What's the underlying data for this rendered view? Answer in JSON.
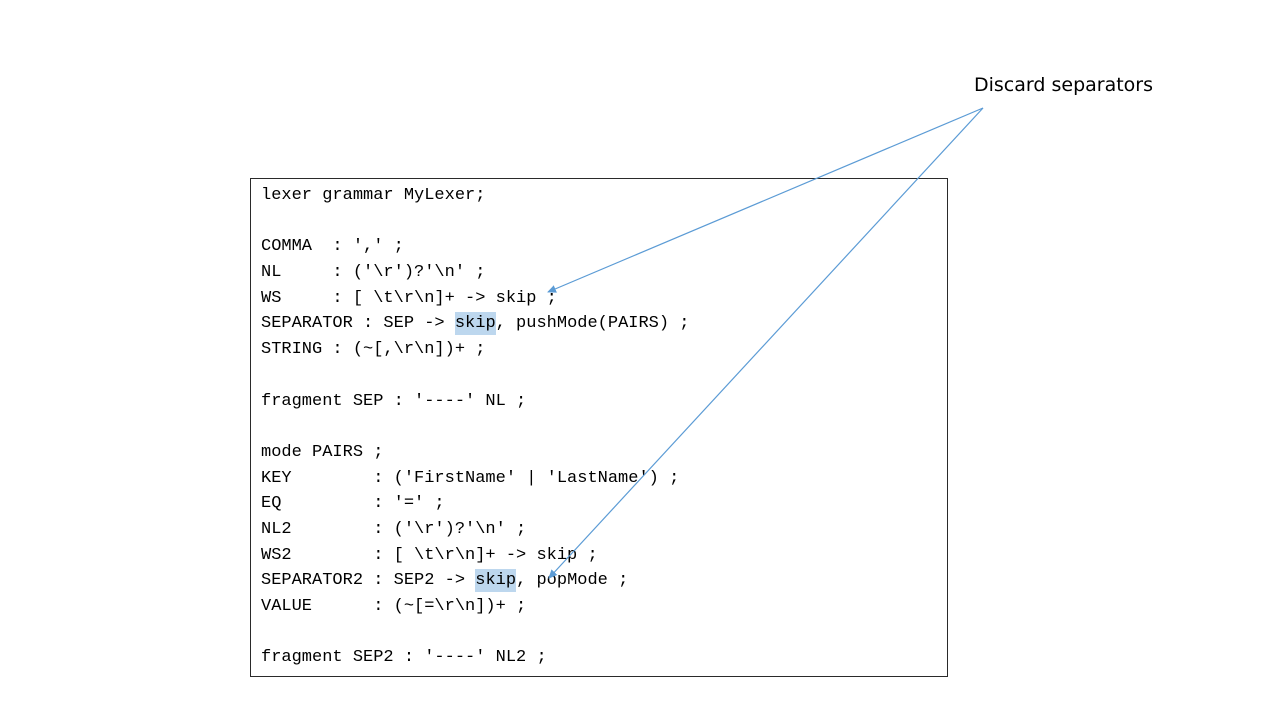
{
  "annotation": {
    "text": "Discard separators"
  },
  "code_lines": [
    [
      {
        "t": "lexer grammar MyLexer;"
      }
    ],
    [
      {
        "t": ""
      }
    ],
    [
      {
        "t": "COMMA  : ',' ;"
      }
    ],
    [
      {
        "t": "NL     : ('\\r')?'\\n' ;"
      }
    ],
    [
      {
        "t": "WS     : [ \\t\\r\\n]+ -> skip ;"
      }
    ],
    [
      {
        "t": "SEPARATOR : SEP -> "
      },
      {
        "t": "skip",
        "hl": true
      },
      {
        "t": ", pushMode(PAIRS) ;"
      }
    ],
    [
      {
        "t": "STRING : (~[,\\r\\n])+ ;"
      }
    ],
    [
      {
        "t": ""
      }
    ],
    [
      {
        "t": "fragment SEP : '----' NL ;"
      }
    ],
    [
      {
        "t": ""
      }
    ],
    [
      {
        "t": "mode PAIRS ;"
      }
    ],
    [
      {
        "t": "KEY        : ('FirstName' | 'LastName') ;"
      }
    ],
    [
      {
        "t": "EQ         : '=' ;"
      }
    ],
    [
      {
        "t": "NL2        : ('\\r')?'\\n' ;"
      }
    ],
    [
      {
        "t": "WS2        : [ \\t\\r\\n]+ -> skip ;"
      }
    ],
    [
      {
        "t": "SEPARATOR2 : SEP2 -> "
      },
      {
        "t": "skip",
        "hl": true
      },
      {
        "t": ", popMode ;"
      }
    ],
    [
      {
        "t": "VALUE      : (~[=\\r\\n])+ ;"
      }
    ],
    [
      {
        "t": ""
      }
    ],
    [
      {
        "t": "fragment SEP2 : '----' NL2 ;"
      }
    ]
  ],
  "colors": {
    "arrow": "#5b9bd5",
    "highlight": "#bdd7ee",
    "border": "#2a2a2a"
  }
}
